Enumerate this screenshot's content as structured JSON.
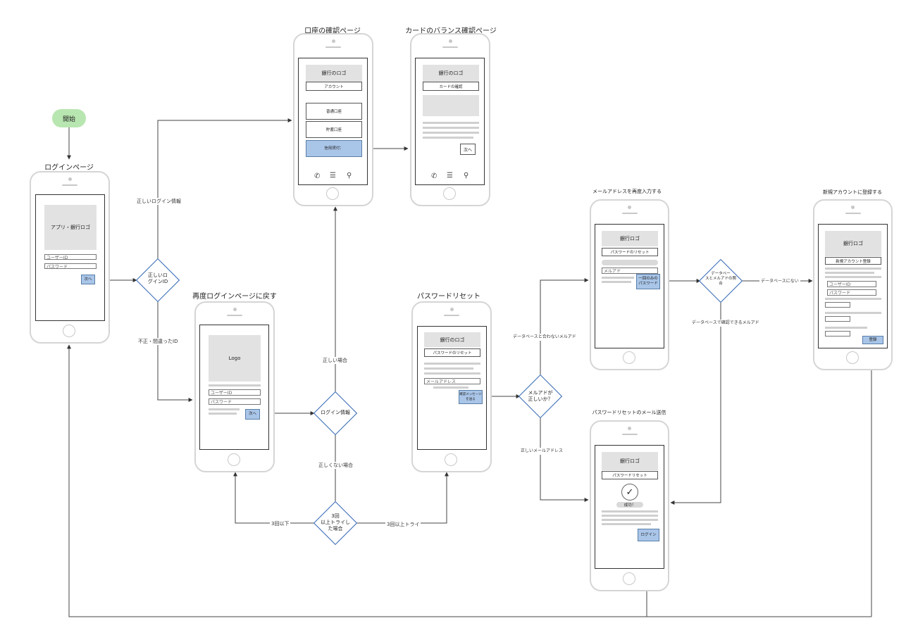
{
  "start_label": "開始",
  "titles": {
    "login": "ログインページ",
    "account": "口座の確認ページ",
    "card": "カードのバランス確認ページ",
    "relogin": "再度ログインページに戻す",
    "reset": "パスワードリセット",
    "email_reinput": "メールアドレスを再度入力する",
    "new_account": "新規アカウントに登録する",
    "reset_mail": "パスワードリセットのメール送信"
  },
  "login": {
    "logo": "アプリ・銀行ロゴ",
    "user_id": "ユーザーID",
    "password": "パスワード",
    "next": "次へ"
  },
  "account": {
    "logo": "銀行のロゴ",
    "tab": "アカウント",
    "item1": "普通口座",
    "item2": "貯蓄口座",
    "item3": "信用貸付："
  },
  "card": {
    "logo": "銀行のロゴ",
    "tab": "カードの確認",
    "next": "次へ"
  },
  "relogin": {
    "logo": "Logo",
    "user_id": "ユーザーID",
    "password": "パスワード",
    "next": "次へ"
  },
  "reset": {
    "logo": "銀行のロゴ",
    "tab": "パスワードのリセット",
    "email": "メールアドレス",
    "send": "確認メッセージを送る"
  },
  "email_reinput": {
    "logo": "銀行ロゴ",
    "tab": "パスワードのリセット",
    "email": "メルアド",
    "btn": "一回のみの\nパスワード"
  },
  "new_account": {
    "logo": "銀行ロゴ",
    "tab": "新規アカウント登録",
    "user_id": "ユーザーID",
    "password": "パスワード",
    "submit": "登録"
  },
  "reset_mail": {
    "logo": "銀行ロゴ",
    "tab": "パスワードリセット",
    "success": "成功！",
    "login": "ログイン"
  },
  "decisions": {
    "login_id": "正しいロ\nグインID",
    "login_info": "ログイン情報",
    "retry": "3回\n以上トライし\nた場合",
    "email_ok": "メルアドが\n正しいか？",
    "db_match": "データベー\nスとメルアドの照\n合"
  },
  "edge_labels": {
    "correct_login": "正しいログイン情報",
    "invalid_id": "不正・間違ったID",
    "correct_case": "正しい場合",
    "incorrect_case": "正しくない場合",
    "under3": "3回以下",
    "over3": "3回以上トライ",
    "db_mismatch": "データベースと合わないメルアド",
    "correct_email": "正しいメールアドレス",
    "db_confirmable": "データベースで確認できるメルアド",
    "no_db": "データベースにない"
  }
}
